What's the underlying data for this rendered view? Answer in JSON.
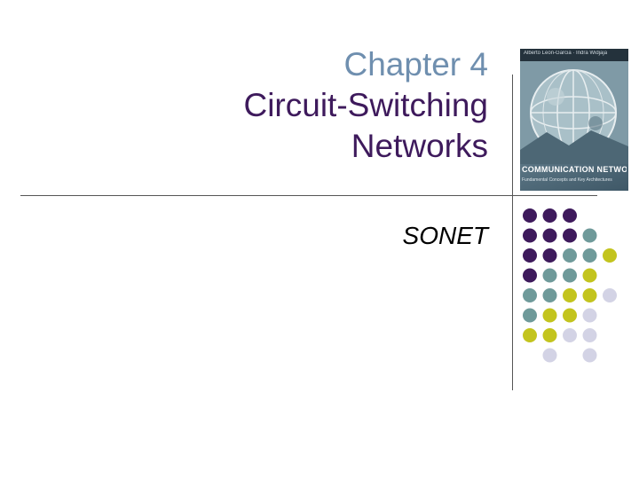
{
  "slide": {
    "title_line1": "Chapter 4",
    "title_line2": "Circuit-Switching",
    "title_line3": "Networks",
    "subtitle": "SONET"
  },
  "book_cover": {
    "authors": "Alberto Leon-Garcia · Indra Widjaja",
    "title": "COMMUNICATION NETWORKS",
    "subtitle": "Fundamental Concepts and Key Architectures"
  },
  "colors": {
    "title_accent": "#6F8FAF",
    "title_main": "#3E1A5C",
    "dot_purple": "#3E1A5C",
    "dot_teal": "#6F9A9A",
    "dot_olive": "#C3C41E",
    "dot_lavender": "#D3D3E5"
  },
  "dot_pattern": [
    [
      "purple",
      "purple",
      "purple",
      "none"
    ],
    [
      "purple",
      "purple",
      "purple",
      "teal"
    ],
    [
      "purple",
      "purple",
      "teal",
      "teal",
      "olive"
    ],
    [
      "purple",
      "teal",
      "teal",
      "olive"
    ],
    [
      "teal",
      "teal",
      "olive",
      "olive",
      "lavender"
    ],
    [
      "teal",
      "olive",
      "olive",
      "lavender"
    ],
    [
      "olive",
      "olive",
      "lavender",
      "lavender"
    ],
    [
      "none",
      "lavender",
      "none",
      "lavender"
    ]
  ]
}
